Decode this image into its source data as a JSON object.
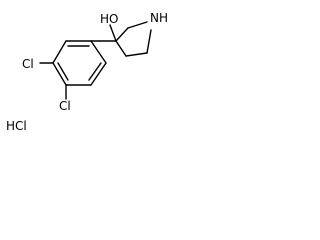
{
  "molecule": {
    "atoms": {
      "hydroxyl": "HO",
      "amine": "NH",
      "chloro_upper": "Cl",
      "chloro_lower": "Cl",
      "salt": "HCl"
    }
  }
}
